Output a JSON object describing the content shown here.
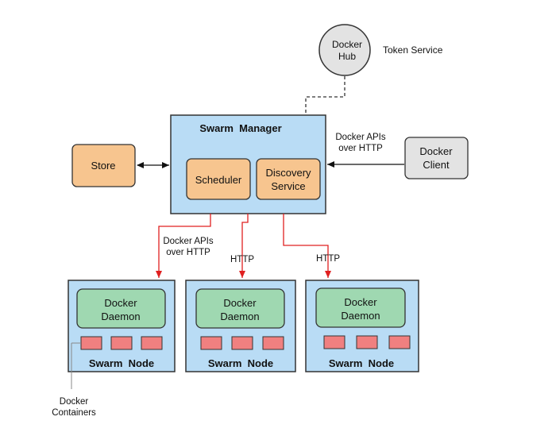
{
  "hub": {
    "line1": "Docker",
    "line2": "Hub"
  },
  "token_service": "Token Service",
  "manager": {
    "title": "Swarm  Manager",
    "scheduler": "Scheduler",
    "discovery": {
      "line1": "Discovery",
      "line2": "Service"
    }
  },
  "store": "Store",
  "client": {
    "line1": "Docker",
    "line2": "Client"
  },
  "client_link": {
    "line1": "Docker APIs",
    "line2": "over HTTP"
  },
  "node_links": [
    {
      "line1": "Docker APIs",
      "line2": "over HTTP"
    },
    {
      "line1": "HTTP"
    },
    {
      "line1": "HTTP"
    }
  ],
  "nodes": [
    {
      "daemon_line1": "Docker",
      "daemon_line2": "Daemon",
      "title": "Swarm  Node"
    },
    {
      "daemon_line1": "Docker",
      "daemon_line2": "Daemon",
      "title": "Swarm  Node"
    },
    {
      "daemon_line1": "Docker",
      "daemon_line2": "Daemon",
      "title": "Swarm  Node"
    }
  ],
  "containers_label": {
    "line1": "Docker",
    "line2": "Containers"
  },
  "colors": {
    "manager_fill": "#b9dcf5",
    "orange_fill": "#f7c58f",
    "grey_fill": "#e3e3e3",
    "daemon_fill": "#9fd8b1",
    "container_fill": "#f08080",
    "arrow_red": "#e02020"
  }
}
